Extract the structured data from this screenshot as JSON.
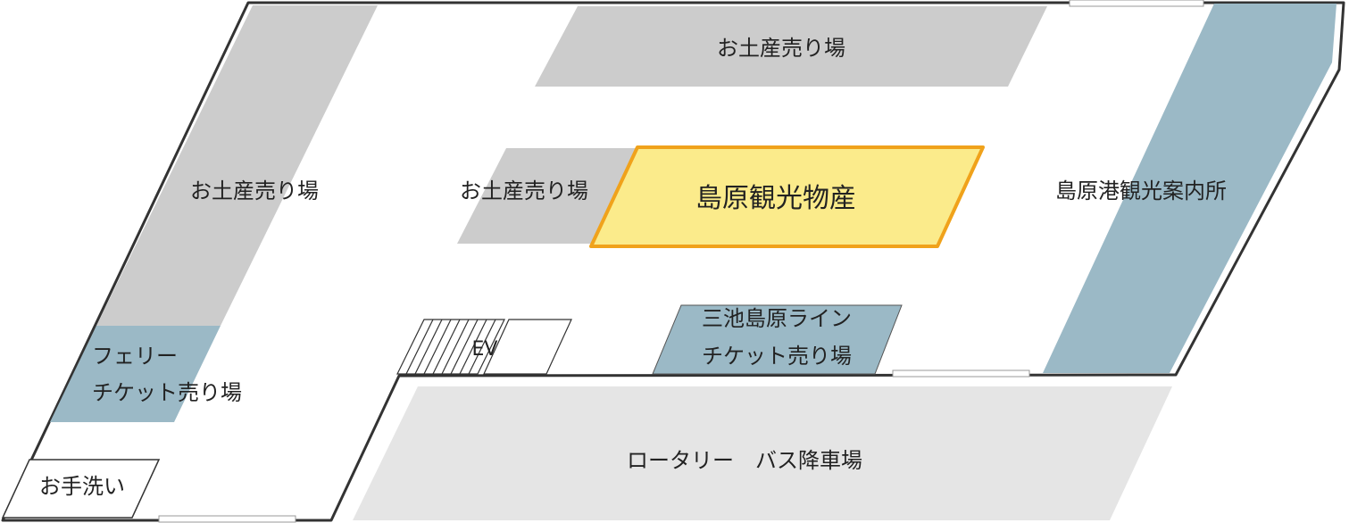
{
  "colors": {
    "wall": "#333333",
    "shop_gray": "#cccccc",
    "roundabout_gray": "#e5e5e5",
    "ticket_blue": "#9bb9c6",
    "highlight_fill": "#fbeb8b",
    "highlight_stroke": "#f0a21b",
    "background": "#ffffff"
  },
  "zones": {
    "souvenir_top": {
      "label": "お土産売り場"
    },
    "souvenir_left": {
      "label": "お土産売り場"
    },
    "souvenir_center": {
      "label": "お土産売り場"
    },
    "shimabara_kanko_bussan": {
      "label": "島原観光物産"
    },
    "info_center": {
      "label": "島原港観光案内所"
    },
    "misumi_ticket": {
      "label_line1": "三池島原ライン",
      "label_line2": "チケット売り場"
    },
    "ferry_ticket": {
      "label_line1": "フェリー",
      "label_line2": "チケット売り場"
    },
    "restroom": {
      "label": "お手洗い"
    },
    "elevator": {
      "label": "EV"
    },
    "rotary": {
      "label": "ロータリー　バス降車場"
    }
  }
}
